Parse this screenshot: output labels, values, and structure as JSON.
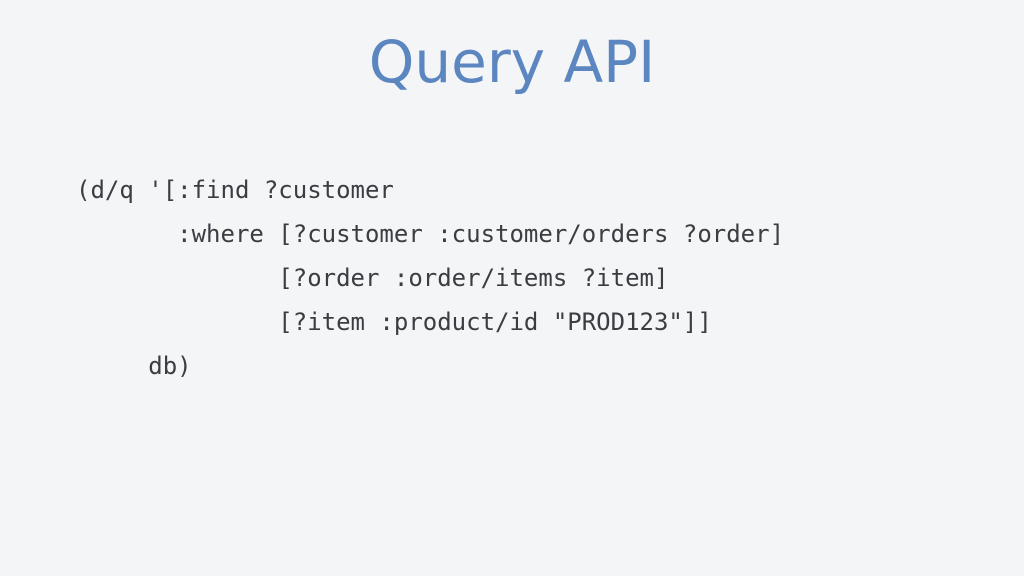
{
  "slide": {
    "title": "Query API",
    "code_lines": [
      "(d/q '[:find ?customer",
      "       :where [?customer :customer/orders ?order]",
      "              [?order :order/items ?item]",
      "              [?item :product/id \"PROD123\"]]",
      "     db)"
    ]
  },
  "colors": {
    "background": "#f4f5f7",
    "title": "#5b86c0",
    "code_text": "#3a3d42"
  }
}
